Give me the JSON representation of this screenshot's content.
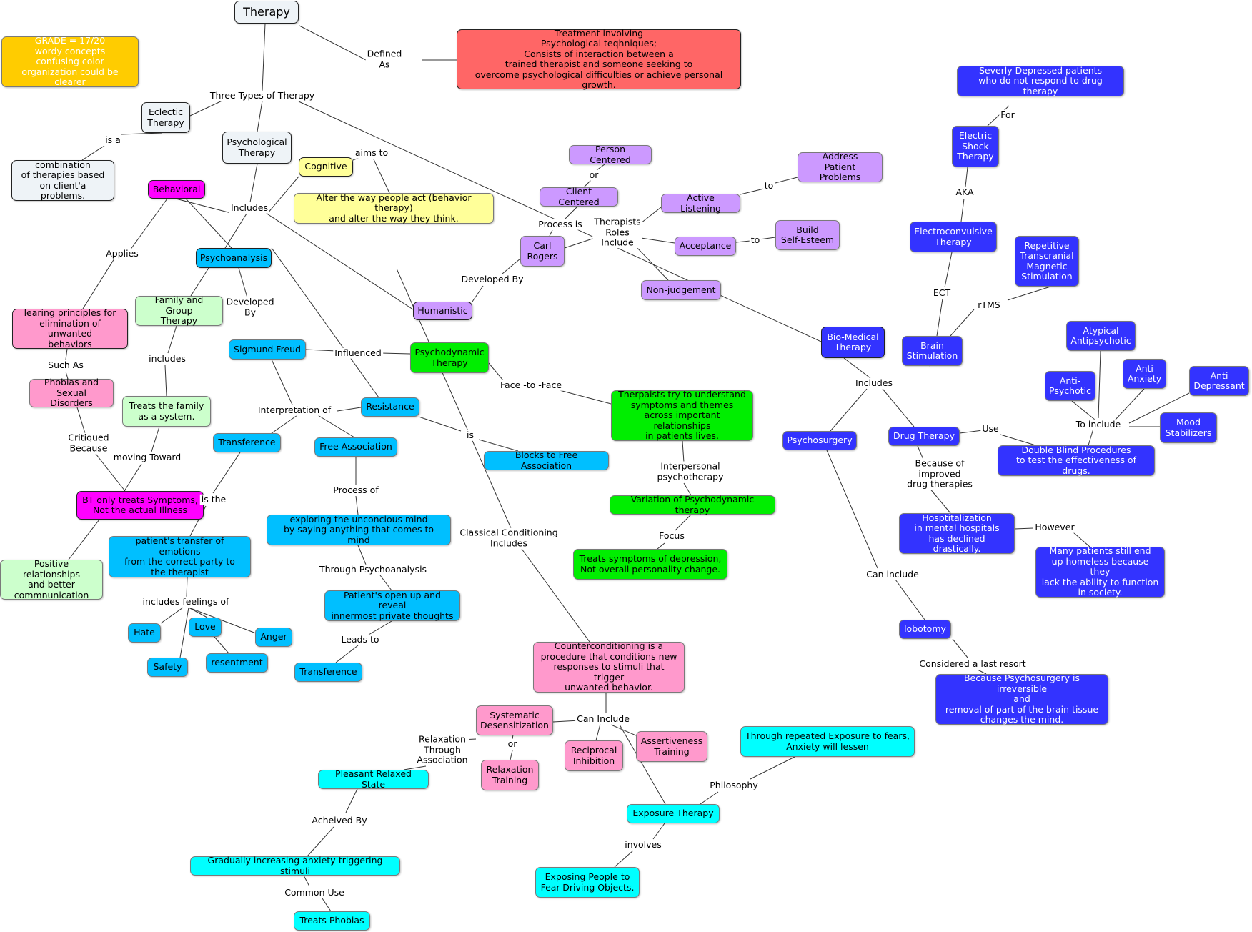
{
  "colors": {
    "grey": "#eef3f7",
    "yellow": "#ffff99",
    "red": "#ff6666",
    "orange": "#ffcc00",
    "magenta": "#ff00ff",
    "lightblue": "#00bfff",
    "green": "#00ee00",
    "lightgreen": "#ccffcc",
    "pink": "#ff99cc",
    "purple": "#cc99ff",
    "darkpurple": "#cc88ff",
    "blue": "#3333ff",
    "cyan": "#00ffff",
    "line": "#333333"
  },
  "nodes": [
    {
      "id": "therapy",
      "text": "Therapy",
      "color": "grey"
    },
    {
      "id": "grade",
      "text": "GRADE = 17/20\nwordy concepts\nconfusing color\norganization could be clearer",
      "color": "orange"
    },
    {
      "id": "definition",
      "text": "Treatment involving\nPsychological teqhniques;\nConsists of interaction between a\ntrained therapist and someone seeking to\novercome psychological difficulties or achieve personal growth.",
      "color": "red"
    },
    {
      "id": "eclectic",
      "text": "Eclectic\nTherapy",
      "color": "grey"
    },
    {
      "id": "combination",
      "text": "combination\nof therapies based\non client'a problems.",
      "color": "grey"
    },
    {
      "id": "psychological",
      "text": "Psychological\nTherapy",
      "color": "grey"
    },
    {
      "id": "cognitive",
      "text": "Cognitive",
      "color": "yellow"
    },
    {
      "id": "alter",
      "text": "Alter the way people act (behavior therapy)\nand alter the way they think.",
      "color": "yellow"
    },
    {
      "id": "behavioral",
      "text": "Behavioral",
      "color": "magenta"
    },
    {
      "id": "psychoanalysis",
      "text": "Psychoanalysis",
      "color": "lightblue"
    },
    {
      "id": "humanistic",
      "text": "Humanistic",
      "color": "purple"
    },
    {
      "id": "learning",
      "text": "learing principles for\nelimination of unwanted\nbehaviors",
      "color": "pink"
    },
    {
      "id": "phobias",
      "text": "Phobias and\nSexual Disorders",
      "color": "pink"
    },
    {
      "id": "bt",
      "text": "BT only treats Symptoms,\nNot the actual Illness",
      "color": "magenta"
    },
    {
      "id": "positive",
      "text": "Positive relationships\nand better\ncommnunication",
      "color": "lightgreen"
    },
    {
      "id": "family",
      "text": "Family and Group\nTherapy",
      "color": "lightgreen"
    },
    {
      "id": "treatsfamily",
      "text": "Treats the family\nas a system.",
      "color": "lightgreen"
    },
    {
      "id": "freud",
      "text": "Sigmund Freud",
      "color": "lightblue"
    },
    {
      "id": "transference1",
      "text": "Transference",
      "color": "lightblue"
    },
    {
      "id": "transferdesc",
      "text": "patient's transfer of emotions\nfrom the correct party to\nthe therapist",
      "color": "lightblue"
    },
    {
      "id": "hate",
      "text": "Hate",
      "color": "lightblue"
    },
    {
      "id": "love",
      "text": "Love",
      "color": "lightblue"
    },
    {
      "id": "anger",
      "text": "Anger",
      "color": "lightblue"
    },
    {
      "id": "safety",
      "text": "Safety",
      "color": "lightblue"
    },
    {
      "id": "resentment",
      "text": "resentment",
      "color": "lightblue"
    },
    {
      "id": "freeassoc",
      "text": "Free Association",
      "color": "lightblue"
    },
    {
      "id": "exploring",
      "text": "exploring the unconcious mind\nby saying anything that comes to mind",
      "color": "lightblue"
    },
    {
      "id": "openup",
      "text": "Patient's open up and reveal\ninnermost private thoughts",
      "color": "lightblue"
    },
    {
      "id": "transference2",
      "text": "Transference",
      "color": "lightblue"
    },
    {
      "id": "resistance",
      "text": "Resistance",
      "color": "lightblue"
    },
    {
      "id": "blocks",
      "text": "Blocks to Free Association",
      "color": "lightblue"
    },
    {
      "id": "psychodynamic",
      "text": "Psychodynamic\nTherapy",
      "color": "green"
    },
    {
      "id": "therapists",
      "text": "Therpaists try to understand\nsymptoms and themes\nacross important relationships\nin patients lives.",
      "color": "green"
    },
    {
      "id": "variation",
      "text": "Variation of Psychodynamic therapy",
      "color": "green"
    },
    {
      "id": "treatssymptoms",
      "text": "Treats symptoms of depression,\nNot overall personality change.",
      "color": "green"
    },
    {
      "id": "personcentered",
      "text": "Person Centered",
      "color": "purple"
    },
    {
      "id": "clientcentered",
      "text": "Client Centered",
      "color": "purple"
    },
    {
      "id": "carl",
      "text": "Carl\nRogers",
      "color": "purple"
    },
    {
      "id": "activelistening",
      "text": "Active Listening",
      "color": "purple"
    },
    {
      "id": "address",
      "text": "Address\nPatient Problems",
      "color": "purple"
    },
    {
      "id": "acceptance",
      "text": "Acceptance",
      "color": "purple"
    },
    {
      "id": "selfesteem",
      "text": "Build\nSelf-Esteem",
      "color": "purple"
    },
    {
      "id": "nonjudgement",
      "text": "Non-judgement",
      "color": "purple"
    },
    {
      "id": "counter",
      "text": "Counterconditioning is a\nprocedure that conditions new\nresponses to stimuli that trigger\nunwanted behavior.",
      "color": "pink"
    },
    {
      "id": "systematic",
      "text": "Systematic\nDesensitization",
      "color": "pink"
    },
    {
      "id": "relaxtraining",
      "text": "Relaxation\nTraining",
      "color": "pink"
    },
    {
      "id": "reciprocal",
      "text": "Reciprocal\nInhibition",
      "color": "pink"
    },
    {
      "id": "assertive",
      "text": "Assertiveness\nTraining",
      "color": "pink"
    },
    {
      "id": "pleasant",
      "text": "Pleasant Relaxed State",
      "color": "cyan"
    },
    {
      "id": "gradually",
      "text": "Gradually increasing anxiety-triggering stimuli",
      "color": "cyan"
    },
    {
      "id": "treatsphobias",
      "text": "Treats Phobias",
      "color": "cyan"
    },
    {
      "id": "exposure",
      "text": "Exposure Therapy",
      "color": "cyan"
    },
    {
      "id": "repeated",
      "text": "Through repeated Exposure to fears,\nAnxiety will lessen",
      "color": "cyan"
    },
    {
      "id": "exposing",
      "text": "Exposing People to\nFear-Driving Objects.",
      "color": "cyan"
    },
    {
      "id": "biomedical",
      "text": "Bio-Medical\nTherapy",
      "color": "blue"
    },
    {
      "id": "severly",
      "text": "Severly Depressed patients\nwho do not respond to drug therapy",
      "color": "blue"
    },
    {
      "id": "electric",
      "text": "Electric\nShock\nTherapy",
      "color": "blue"
    },
    {
      "id": "electroconvulsive",
      "text": "Electroconvulsive\nTherapy",
      "color": "blue"
    },
    {
      "id": "repetitive",
      "text": "Repetitive\nTranscranial\nMagnetic\nStimulation",
      "color": "blue"
    },
    {
      "id": "brainstim",
      "text": "Brain\nStimulation",
      "color": "blue"
    },
    {
      "id": "psychosurgery",
      "text": "Psychosurgery",
      "color": "blue"
    },
    {
      "id": "drugtherapy",
      "text": "Drug Therapy",
      "color": "blue"
    },
    {
      "id": "atypical",
      "text": "Atypical\nAntipsychotic",
      "color": "blue"
    },
    {
      "id": "antipsychotic",
      "text": "Anti-\nPsychotic",
      "color": "blue"
    },
    {
      "id": "antianxiety",
      "text": "Anti\nAnxiety",
      "color": "blue"
    },
    {
      "id": "antidepressant",
      "text": "Anti\nDepressant",
      "color": "blue"
    },
    {
      "id": "mood",
      "text": "Mood\nStabilizers",
      "color": "blue"
    },
    {
      "id": "doubleblind",
      "text": "Double Blind Procedures\nto test the effectiveness of drugs.",
      "color": "blue"
    },
    {
      "id": "hospitalization",
      "text": "Hosptitalization\nin mental hospitals\nhas declined drastically.",
      "color": "blue"
    },
    {
      "id": "manypatients",
      "text": "Many patients still end\nup homeless because they\nlack the ability to function\nin society.",
      "color": "blue"
    },
    {
      "id": "lobotomy",
      "text": "lobotomy",
      "color": "blue"
    },
    {
      "id": "because",
      "text": "Because Psychosurgery is irreversible\nand\nremoval of part of the brain tissue\nchanges the mind.",
      "color": "blue"
    }
  ],
  "labels": [
    {
      "id": "defined",
      "text": "Defined\nAs"
    },
    {
      "id": "threetypes",
      "text": "Three Types of Therapy"
    },
    {
      "id": "isa",
      "text": "is a"
    },
    {
      "id": "aimsto",
      "text": "aims to"
    },
    {
      "id": "includes1",
      "text": "Includes"
    },
    {
      "id": "applies",
      "text": "Applies"
    },
    {
      "id": "suchas",
      "text": "Such As"
    },
    {
      "id": "critiqued",
      "text": "Critiqued\nBecause"
    },
    {
      "id": "movingtoward",
      "text": "moving Toward"
    },
    {
      "id": "includes2",
      "text": "includes"
    },
    {
      "id": "developedby1",
      "text": "Developed\nBy"
    },
    {
      "id": "influenced",
      "text": "Influenced"
    },
    {
      "id": "interpretation",
      "text": "Interpretation of"
    },
    {
      "id": "isthe",
      "text": "is the"
    },
    {
      "id": "includesfeelings",
      "text": "includes feelings of"
    },
    {
      "id": "processof",
      "text": "Process of"
    },
    {
      "id": "throughpsycho",
      "text": "Through Psychoanalysis"
    },
    {
      "id": "leadsto",
      "text": "Leads to"
    },
    {
      "id": "is",
      "text": "is"
    },
    {
      "id": "facetoface",
      "text": "Face -to -Face"
    },
    {
      "id": "interpersonal",
      "text": "Interpersonal\npsychotherapy"
    },
    {
      "id": "focus",
      "text": "Focus"
    },
    {
      "id": "or1",
      "text": "or"
    },
    {
      "id": "processis",
      "text": "Process is"
    },
    {
      "id": "developedby2",
      "text": "Developed By"
    },
    {
      "id": "therapistsroles",
      "text": "Therapists\nRoles\nInclude"
    },
    {
      "id": "to1",
      "text": "to"
    },
    {
      "id": "to2",
      "text": "to"
    },
    {
      "id": "classical",
      "text": "Classical Conditioning\nIncludes"
    },
    {
      "id": "caninclude",
      "text": "Can Include"
    },
    {
      "id": "or2",
      "text": "or"
    },
    {
      "id": "relaxthrough",
      "text": "Relaxation\nThrough\nAssociation"
    },
    {
      "id": "acheived",
      "text": "Acheived By"
    },
    {
      "id": "commonuse",
      "text": "Common Use"
    },
    {
      "id": "philosophy",
      "text": "Philosophy"
    },
    {
      "id": "involves",
      "text": "involves"
    },
    {
      "id": "for",
      "text": "For"
    },
    {
      "id": "aka",
      "text": "AKA"
    },
    {
      "id": "ect",
      "text": "ECT"
    },
    {
      "id": "rtms",
      "text": "rTMS"
    },
    {
      "id": "includes3",
      "text": "Includes"
    },
    {
      "id": "toinclude",
      "text": "To include"
    },
    {
      "id": "use",
      "text": "Use"
    },
    {
      "id": "becauseof",
      "text": "Because of\nimproved\ndrug therapies"
    },
    {
      "id": "however",
      "text": "However"
    },
    {
      "id": "canincludeb",
      "text": "Can include"
    },
    {
      "id": "lastresort",
      "text": "Considered a last resort"
    }
  ]
}
